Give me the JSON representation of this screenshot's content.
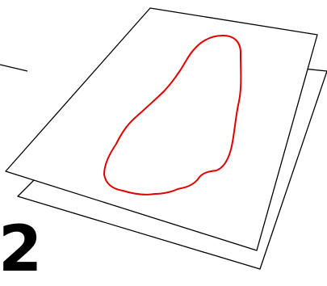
{
  "figure": {
    "step_number": "2",
    "colors": {
      "paper_fill": "#ffffff",
      "paper_stroke": "#000000",
      "footprint_stroke": "#e00000",
      "leader_line": "#000000"
    },
    "items": [
      {
        "name": "bottom-paper-sheet"
      },
      {
        "name": "top-paper-sheet"
      },
      {
        "name": "footprint-outline"
      },
      {
        "name": "leader-line"
      }
    ]
  }
}
